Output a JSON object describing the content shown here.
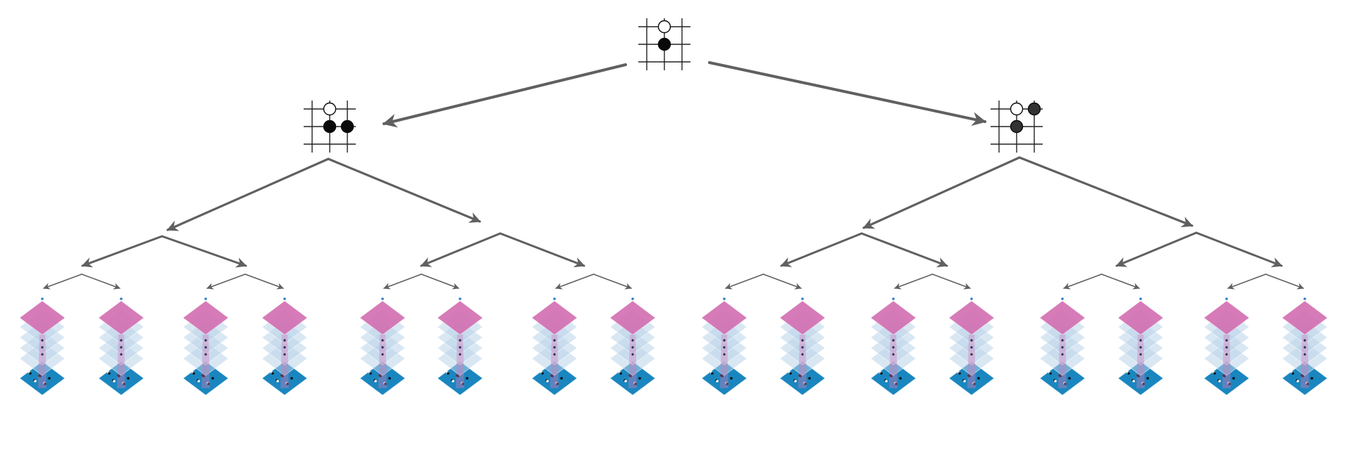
{
  "diagram": {
    "type": "search-tree",
    "levels": 4,
    "leaf_count": 16,
    "colors": {
      "background": "#ffffff",
      "edge": "#606060",
      "grid_line": "#222222",
      "black_stone": "#0a0a0a",
      "black_stone_alt": "#333333",
      "white_stone": "#ffffff",
      "layer_top": "#d87ab8",
      "layer_mid": "#b9d4ea",
      "layer_base": "#1a86bf",
      "dot": "#1f3050",
      "tip_dot": "#2a7fc6"
    },
    "boards": [
      {
        "name": "root-board",
        "stones": [
          {
            "col": 1,
            "row": 0,
            "color": "white"
          },
          {
            "col": 1,
            "row": 1,
            "color": "black"
          }
        ]
      },
      {
        "name": "left-child-board",
        "stones": [
          {
            "col": 1,
            "row": 0,
            "color": "white"
          },
          {
            "col": 1,
            "row": 1,
            "color": "black"
          },
          {
            "col": 2,
            "row": 1,
            "color": "black"
          }
        ]
      },
      {
        "name": "right-child-board",
        "stones": [
          {
            "col": 1,
            "row": 0,
            "color": "white"
          },
          {
            "col": 2,
            "row": 0,
            "color": "black_alt"
          },
          {
            "col": 1,
            "row": 1,
            "color": "black_alt"
          }
        ]
      }
    ],
    "leaf_icon_names": [
      "network-stack-icon"
    ],
    "arrow_icon_name": "arrowhead-icon"
  }
}
